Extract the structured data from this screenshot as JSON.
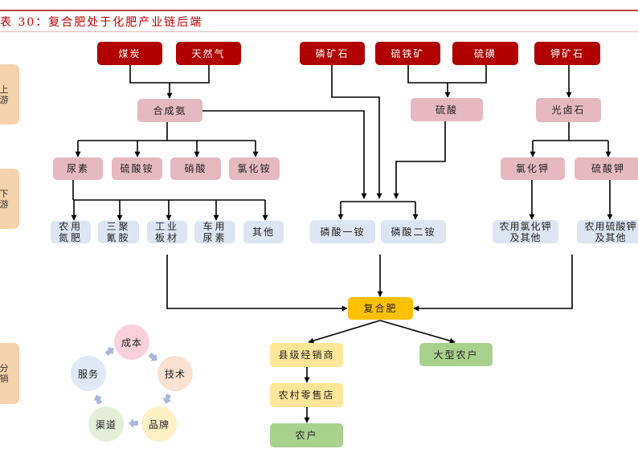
{
  "title": "表 30：复合肥处于化肥产业链后端",
  "stages": {
    "upstream": "上\n游",
    "downstream": "下\n游",
    "distribution": "分\n销"
  },
  "raw_materials": {
    "coal": "煤炭",
    "natural_gas": "天然气",
    "phosphate_rock": "磷矿石",
    "pyrite": "硫铁矿",
    "sulfur": "硫磺",
    "potash_ore": "钾矿石"
  },
  "intermediates": {
    "synthetic_ammonia": "合成氨",
    "sulfuric_acid": "硫酸",
    "carnallite": "光卤石"
  },
  "nitrogen_products": [
    "尿素",
    "硫酸铵",
    "硝酸",
    "氯化铵"
  ],
  "potash_products": [
    "氯化钾",
    "硫酸钾"
  ],
  "urea_applications": [
    "农用\n氮肥",
    "三聚\n氰胺",
    "工业\n板材",
    "车用\n尿素",
    "其他"
  ],
  "phosphate_products": [
    "磷酸一铵",
    "磷酸二铵"
  ],
  "potash_applications": [
    "农用氯化钾\n及其他",
    "农用硫酸钾\n及其他"
  ],
  "compound_fertilizer": "复合肥",
  "distribution": {
    "county_dealer": "县级经销商",
    "rural_retail": "农村零售店",
    "farmer": "农户",
    "large_farmer": "大型农户"
  },
  "competition_cycle": [
    "成本",
    "技术",
    "品牌",
    "渠道",
    "服务"
  ],
  "colors": {
    "title": "#C00000",
    "raw": "#B00000",
    "intermediate": "#E6B9C1",
    "application": "#DCE6F2",
    "compound": "#FFC000",
    "dealer": "#FFE699",
    "farmer": "#A9D18E",
    "stage": "#F5D3AC",
    "cycle_arrow": "#A9B8DA",
    "cycle_circles": [
      "#F9D0DC",
      "#FAE1D2",
      "#FFF0C6",
      "#E3EFD9",
      "#DEE9F5"
    ]
  }
}
